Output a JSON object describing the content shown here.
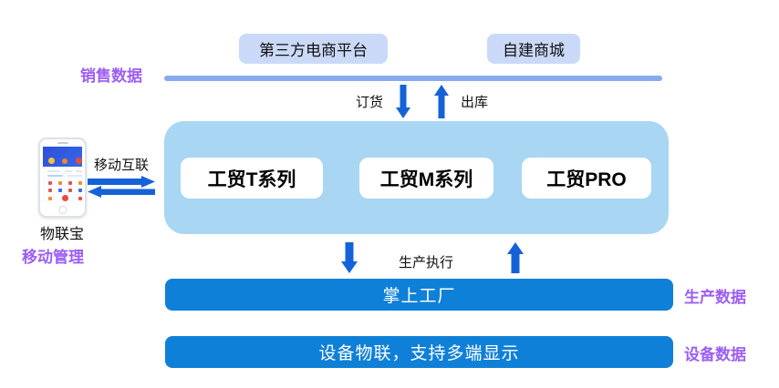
{
  "top": {
    "platform_box": "第三方电商平台",
    "mall_box": "自建商城",
    "sales_label": "销售数据"
  },
  "flows": {
    "order_label": "订货",
    "outbound_label": "出库",
    "production_exec_label": "生产执行",
    "mobile_link_label": "移动互联"
  },
  "main_panel": {
    "products": [
      {
        "label": "工贸T系列"
      },
      {
        "label": "工贸M系列"
      },
      {
        "label": "工贸PRO"
      }
    ]
  },
  "left": {
    "phone_caption": "物联宝",
    "mobile_mgmt_label": "移动管理"
  },
  "bars": [
    {
      "label": "掌上工厂",
      "side_label": "生产数据"
    },
    {
      "label": "设备物联，支持多端显示",
      "side_label": "设备数据"
    }
  ],
  "colors": {
    "arrow_blue": "#1562d8",
    "panel_light_blue": "#a9d6f2",
    "lavender_box": "#cbd9f9",
    "divider_bar": "#8aaaf0",
    "solid_bar_blue": "#0f80d8",
    "purple_label": "#9c5ef5"
  }
}
